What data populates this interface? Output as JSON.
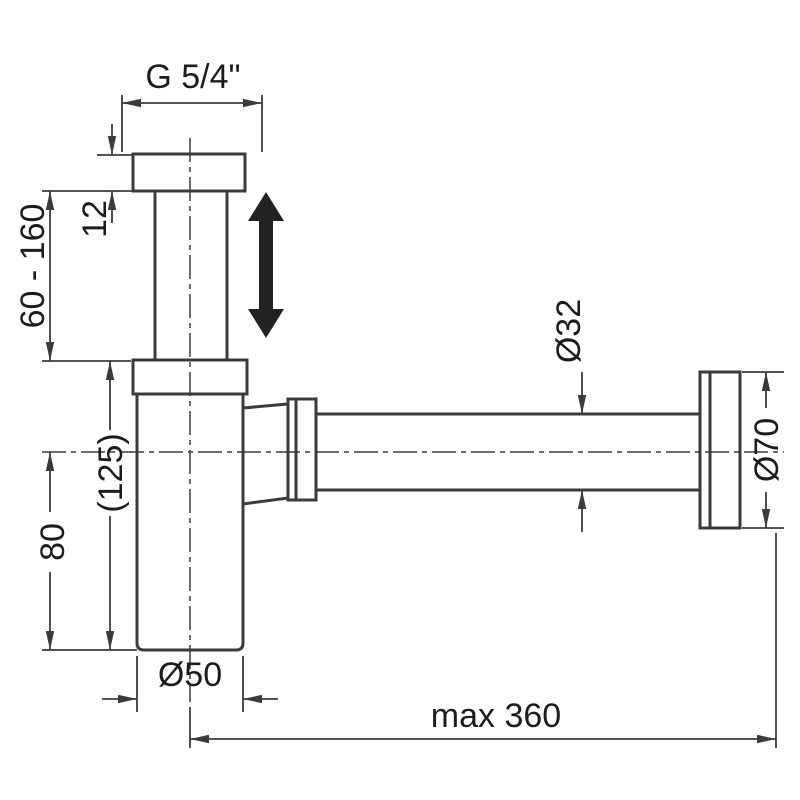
{
  "drawing": {
    "background": "#ffffff",
    "line_color": "#3b3b3b",
    "text_color": "#1c1c1c",
    "labels": {
      "thread_size": "G 5/4\"",
      "flange_thickness": "12",
      "adjustable_height": "60 - 160",
      "outlet_height": "80",
      "body_height_ref": "(125)",
      "body_diameter": "Ø50",
      "pipe_diameter": "Ø32",
      "rosette_diameter": "Ø70",
      "max_length": "max 360"
    }
  }
}
